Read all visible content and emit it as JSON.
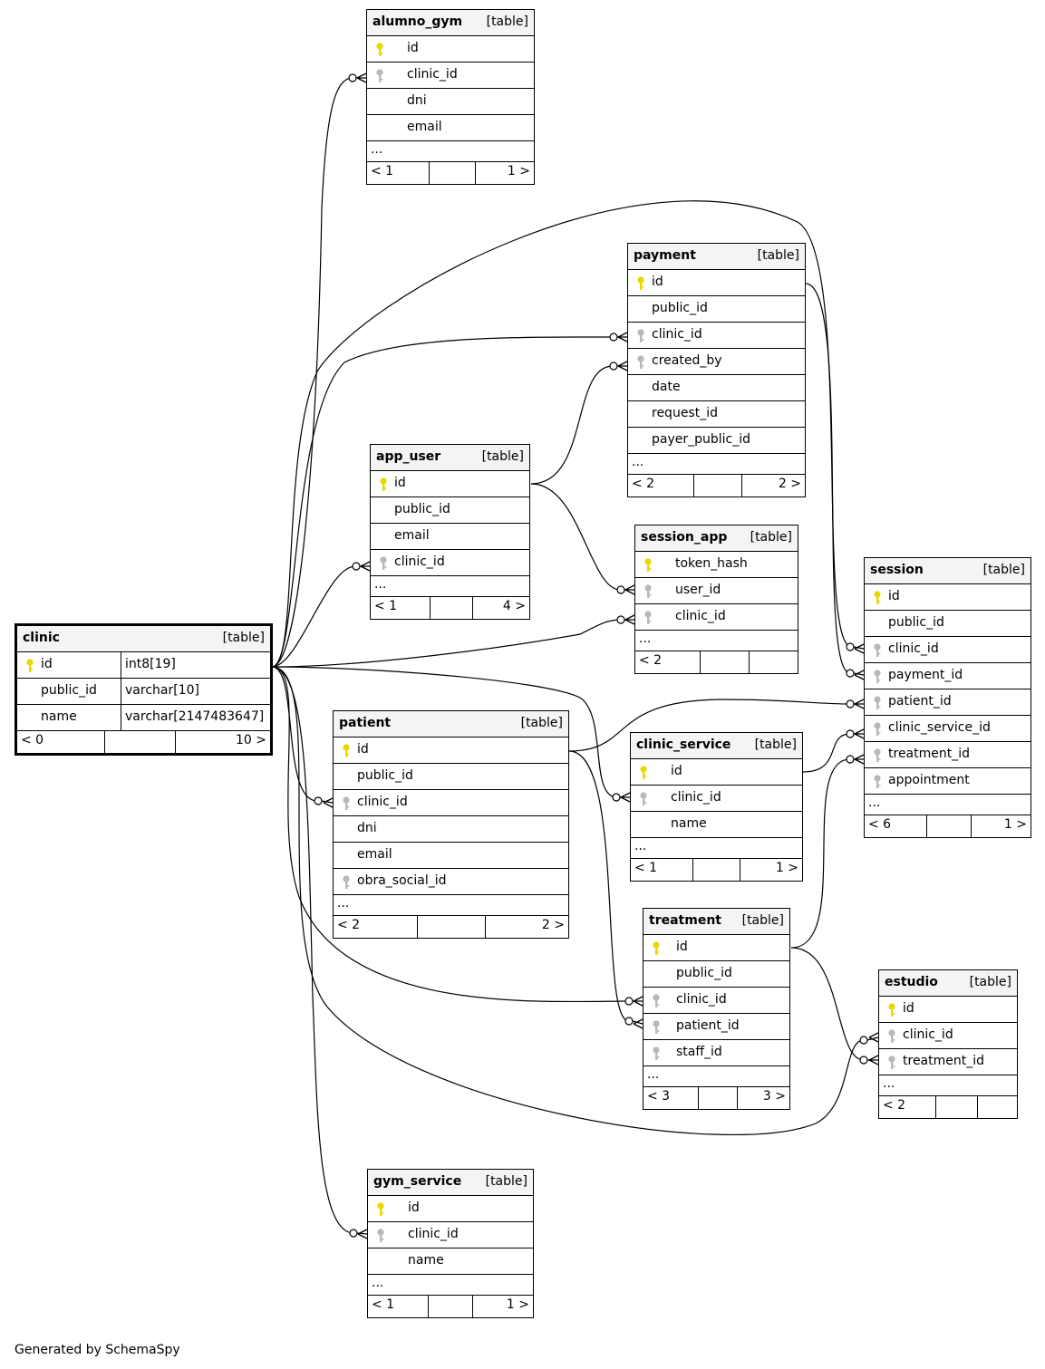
{
  "tables": [
    {
      "name": "alumno_gym",
      "tag": "[table]",
      "columns": [
        {
          "name": "id",
          "key": "pk"
        },
        {
          "name": "clinic_id",
          "key": "fk"
        },
        {
          "name": "dni",
          "key": ""
        },
        {
          "name": "email",
          "key": ""
        }
      ],
      "more": "...",
      "footer_left": "< 1",
      "footer_right": "1 >"
    },
    {
      "name": "payment",
      "tag": "[table]",
      "columns": [
        {
          "name": "id",
          "key": "pk"
        },
        {
          "name": "public_id",
          "key": ""
        },
        {
          "name": "clinic_id",
          "key": "fk"
        },
        {
          "name": "created_by",
          "key": "fk"
        },
        {
          "name": "date",
          "key": ""
        },
        {
          "name": "request_id",
          "key": ""
        },
        {
          "name": "payer_public_id",
          "key": ""
        }
      ],
      "more": "...",
      "footer_left": "< 2",
      "footer_right": "2 >"
    },
    {
      "name": "app_user",
      "tag": "[table]",
      "columns": [
        {
          "name": "id",
          "key": "pk"
        },
        {
          "name": "public_id",
          "key": ""
        },
        {
          "name": "email",
          "key": ""
        },
        {
          "name": "clinic_id",
          "key": "fk"
        }
      ],
      "more": "...",
      "footer_left": "< 1",
      "footer_right": "4 >"
    },
    {
      "name": "session_app",
      "tag": "[table]",
      "columns": [
        {
          "name": "token_hash",
          "key": "pk"
        },
        {
          "name": "user_id",
          "key": "fk"
        },
        {
          "name": "clinic_id",
          "key": "fk"
        }
      ],
      "more": "...",
      "footer_left": "< 2",
      "footer_right": ""
    },
    {
      "name": "session",
      "tag": "[table]",
      "columns": [
        {
          "name": "id",
          "key": "pk"
        },
        {
          "name": "public_id",
          "key": ""
        },
        {
          "name": "clinic_id",
          "key": "fk"
        },
        {
          "name": "payment_id",
          "key": "fk"
        },
        {
          "name": "patient_id",
          "key": "fk"
        },
        {
          "name": "clinic_service_id",
          "key": "fk"
        },
        {
          "name": "treatment_id",
          "key": "fk"
        },
        {
          "name": "appointment",
          "key": "fk"
        }
      ],
      "more": "...",
      "footer_left": "< 6",
      "footer_right": "1 >"
    },
    {
      "name": "clinic",
      "tag": "[table]",
      "columns": [
        {
          "name": "id",
          "key": "pk",
          "type": "int8[19]"
        },
        {
          "name": "public_id",
          "key": "",
          "type": "varchar[10]"
        },
        {
          "name": "name",
          "key": "",
          "type": "varchar[2147483647]"
        }
      ],
      "more": "",
      "footer_left": "< 0",
      "footer_right": "10 >"
    },
    {
      "name": "patient",
      "tag": "[table]",
      "columns": [
        {
          "name": "id",
          "key": "pk"
        },
        {
          "name": "public_id",
          "key": ""
        },
        {
          "name": "clinic_id",
          "key": "fk"
        },
        {
          "name": "dni",
          "key": ""
        },
        {
          "name": "email",
          "key": ""
        },
        {
          "name": "obra_social_id",
          "key": "fk"
        }
      ],
      "more": "...",
      "footer_left": "< 2",
      "footer_right": "2 >"
    },
    {
      "name": "clinic_service",
      "tag": "[table]",
      "columns": [
        {
          "name": "id",
          "key": "pk"
        },
        {
          "name": "clinic_id",
          "key": "fk"
        },
        {
          "name": "name",
          "key": ""
        }
      ],
      "more": "...",
      "footer_left": "< 1",
      "footer_right": "1 >"
    },
    {
      "name": "treatment",
      "tag": "[table]",
      "columns": [
        {
          "name": "id",
          "key": "pk"
        },
        {
          "name": "public_id",
          "key": ""
        },
        {
          "name": "clinic_id",
          "key": "fk"
        },
        {
          "name": "patient_id",
          "key": "fk"
        },
        {
          "name": "staff_id",
          "key": "fk"
        }
      ],
      "more": "...",
      "footer_left": "< 3",
      "footer_right": "3 >"
    },
    {
      "name": "estudio",
      "tag": "[table]",
      "columns": [
        {
          "name": "id",
          "key": "pk"
        },
        {
          "name": "clinic_id",
          "key": "fk"
        },
        {
          "name": "treatment_id",
          "key": "fk"
        }
      ],
      "more": "...",
      "footer_left": "< 2",
      "footer_right": ""
    },
    {
      "name": "gym_service",
      "tag": "[table]",
      "columns": [
        {
          "name": "id",
          "key": "pk"
        },
        {
          "name": "clinic_id",
          "key": "fk"
        },
        {
          "name": "name",
          "key": ""
        }
      ],
      "more": "...",
      "footer_left": "< 1",
      "footer_right": "1 >"
    }
  ],
  "relationships": [
    {
      "from": "clinic.id",
      "to": "alumno_gym.clinic_id"
    },
    {
      "from": "clinic.id",
      "to": "payment.clinic_id"
    },
    {
      "from": "app_user.id",
      "to": "payment.created_by"
    },
    {
      "from": "clinic.id",
      "to": "app_user.clinic_id"
    },
    {
      "from": "app_user.id",
      "to": "session_app.user_id"
    },
    {
      "from": "clinic.id",
      "to": "session_app.clinic_id"
    },
    {
      "from": "clinic.id",
      "to": "session.clinic_id"
    },
    {
      "from": "payment.id",
      "to": "session.payment_id"
    },
    {
      "from": "patient.id",
      "to": "session.patient_id"
    },
    {
      "from": "clinic_service.id",
      "to": "session.clinic_service_id"
    },
    {
      "from": "treatment.id",
      "to": "session.treatment_id"
    },
    {
      "from": "clinic.id",
      "to": "patient.clinic_id"
    },
    {
      "from": "clinic.id",
      "to": "clinic_service.clinic_id"
    },
    {
      "from": "clinic.id",
      "to": "treatment.clinic_id"
    },
    {
      "from": "patient.id",
      "to": "treatment.patient_id"
    },
    {
      "from": "clinic.id",
      "to": "estudio.clinic_id"
    },
    {
      "from": "treatment.id",
      "to": "estudio.treatment_id"
    },
    {
      "from": "clinic.id",
      "to": "gym_service.clinic_id"
    }
  ],
  "colors": {
    "primary_key": "#e8d800",
    "foreign_key": "#b8b8b8",
    "header_bg": "#f4f4f4"
  },
  "footer": "Generated by SchemaSpy"
}
